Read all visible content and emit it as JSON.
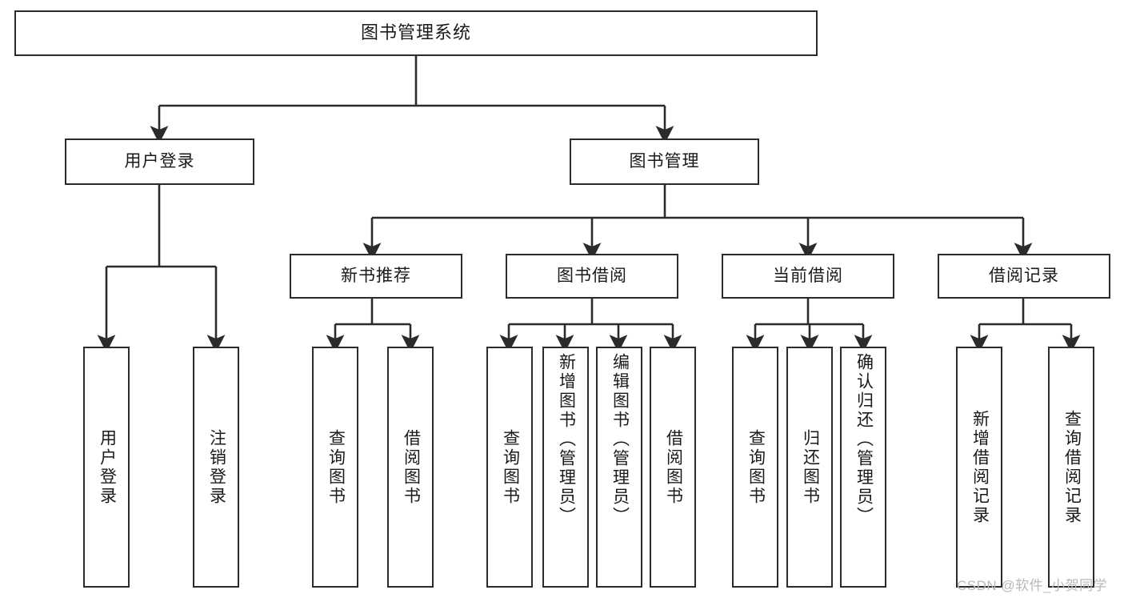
{
  "diagram": {
    "title": "图书管理系统",
    "type": "functional-structure-tree",
    "colors": {
      "node_border": "#2b2b2b",
      "node_fill": "#ffffff",
      "edge": "#2b2b2b",
      "background": "#ffffff",
      "watermark": "#b9b9b9"
    },
    "watermark": "CSDN @软件_小贺同学",
    "levels": {
      "root": [
        "图书管理系统"
      ],
      "level2": [
        "用户登录",
        "图书管理"
      ],
      "level3": [
        "新书推荐",
        "图书借阅",
        "当前借阅",
        "借阅记录"
      ],
      "leaves": [
        "用户登录",
        "注销登录",
        "查询图书",
        "借阅图书",
        "查询图书",
        "新增图书（管理员）",
        "编辑图书（管理员）",
        "借阅图书",
        "查询图书",
        "归还图书",
        "确认归还（管理员）",
        "新增借阅记录",
        "查询借阅记录"
      ]
    },
    "nodes": {
      "root": {
        "label": "图书管理系统"
      },
      "user_login": {
        "label": "用户登录"
      },
      "book_manage": {
        "label": "图书管理"
      },
      "new_book_rec": {
        "label": "新书推荐"
      },
      "book_borrow": {
        "label": "图书借阅"
      },
      "current_borrow": {
        "label": "当前借阅"
      },
      "borrow_record": {
        "label": "借阅记录"
      },
      "leaf_user_login": {
        "label": "用户登录"
      },
      "leaf_user_logout": {
        "label": "注销登录"
      },
      "leaf_query_book_1": {
        "label": "查询图书"
      },
      "leaf_borrow_book_1": {
        "label": "借阅图书"
      },
      "leaf_query_book_2": {
        "label": "查询图书"
      },
      "leaf_add_book": {
        "label": "新增图书（管理员）"
      },
      "leaf_edit_book": {
        "label": "编辑图书（管理员）"
      },
      "leaf_borrow_book_2": {
        "label": "借阅图书"
      },
      "leaf_query_book_3": {
        "label": "查询图书"
      },
      "leaf_return_book": {
        "label": "归还图书"
      },
      "leaf_confirm_return": {
        "label": "确认归还（管理员）"
      },
      "leaf_add_record": {
        "label": "新增借阅记录"
      },
      "leaf_query_record": {
        "label": "查询借阅记录"
      }
    },
    "edges": [
      {
        "from": "root",
        "to": "user_login"
      },
      {
        "from": "root",
        "to": "book_manage"
      },
      {
        "from": "user_login",
        "to": "leaf_user_login"
      },
      {
        "from": "user_login",
        "to": "leaf_user_logout"
      },
      {
        "from": "book_manage",
        "to": "new_book_rec"
      },
      {
        "from": "book_manage",
        "to": "book_borrow"
      },
      {
        "from": "book_manage",
        "to": "current_borrow"
      },
      {
        "from": "book_manage",
        "to": "borrow_record"
      },
      {
        "from": "new_book_rec",
        "to": "leaf_query_book_1"
      },
      {
        "from": "new_book_rec",
        "to": "leaf_borrow_book_1"
      },
      {
        "from": "book_borrow",
        "to": "leaf_query_book_2"
      },
      {
        "from": "book_borrow",
        "to": "leaf_add_book"
      },
      {
        "from": "book_borrow",
        "to": "leaf_edit_book"
      },
      {
        "from": "book_borrow",
        "to": "leaf_borrow_book_2"
      },
      {
        "from": "current_borrow",
        "to": "leaf_query_book_3"
      },
      {
        "from": "current_borrow",
        "to": "leaf_return_book"
      },
      {
        "from": "current_borrow",
        "to": "leaf_confirm_return"
      },
      {
        "from": "borrow_record",
        "to": "leaf_add_record"
      },
      {
        "from": "borrow_record",
        "to": "leaf_query_record"
      }
    ]
  }
}
